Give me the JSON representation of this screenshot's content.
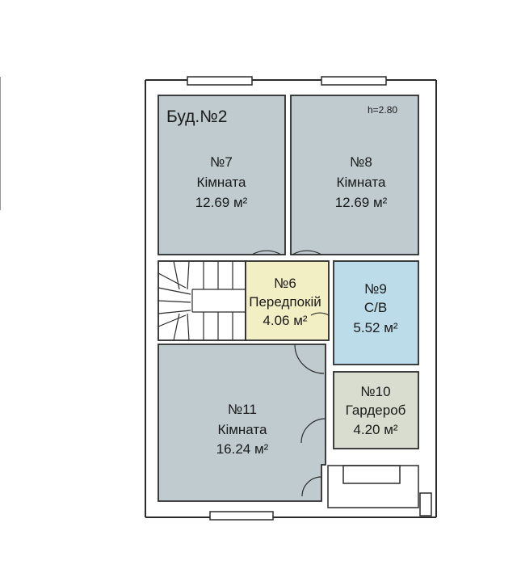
{
  "plan": {
    "building_label": "Буд.№2",
    "height_label": "h=2.80",
    "colors": {
      "room_gray": "#bfcbcf",
      "hall_yellow": "#f3efc4",
      "bath_blue": "#bcdcea",
      "wardrobe_green": "#d9ddd0",
      "wall": "#2b2b2b"
    },
    "rooms": [
      {
        "id": "7",
        "number": "№7",
        "name": "Кімната",
        "area": "12.69 м²"
      },
      {
        "id": "8",
        "number": "№8",
        "name": "Кімната",
        "area": "12.69 м²"
      },
      {
        "id": "6",
        "number": "№6",
        "name": "Передпокій",
        "area": "4.06 м²"
      },
      {
        "id": "9",
        "number": "№9",
        "name": "С/В",
        "area": "5.52 м²"
      },
      {
        "id": "10",
        "number": "№10",
        "name": "Гардероб",
        "area": "4.20 м²"
      },
      {
        "id": "11",
        "number": "№11",
        "name": "Кімната",
        "area": "16.24 м²"
      }
    ]
  }
}
